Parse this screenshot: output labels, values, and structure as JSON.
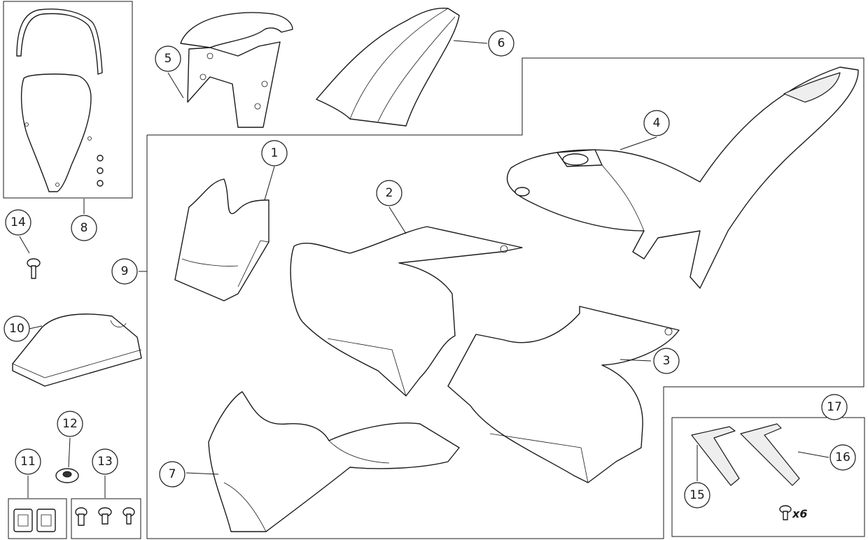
{
  "callouts": [
    {
      "id": "1",
      "label": "1"
    },
    {
      "id": "2",
      "label": "2"
    },
    {
      "id": "3",
      "label": "3"
    },
    {
      "id": "4",
      "label": "4"
    },
    {
      "id": "5",
      "label": "5"
    },
    {
      "id": "6",
      "label": "6"
    },
    {
      "id": "7",
      "label": "7"
    },
    {
      "id": "8",
      "label": "8"
    },
    {
      "id": "9",
      "label": "9"
    },
    {
      "id": "10",
      "label": "10"
    },
    {
      "id": "11",
      "label": "11"
    },
    {
      "id": "12",
      "label": "12"
    },
    {
      "id": "13",
      "label": "13"
    },
    {
      "id": "14",
      "label": "14"
    },
    {
      "id": "15",
      "label": "15"
    },
    {
      "id": "16",
      "label": "16"
    },
    {
      "id": "17",
      "label": "17"
    }
  ],
  "quantity_note": "x6"
}
